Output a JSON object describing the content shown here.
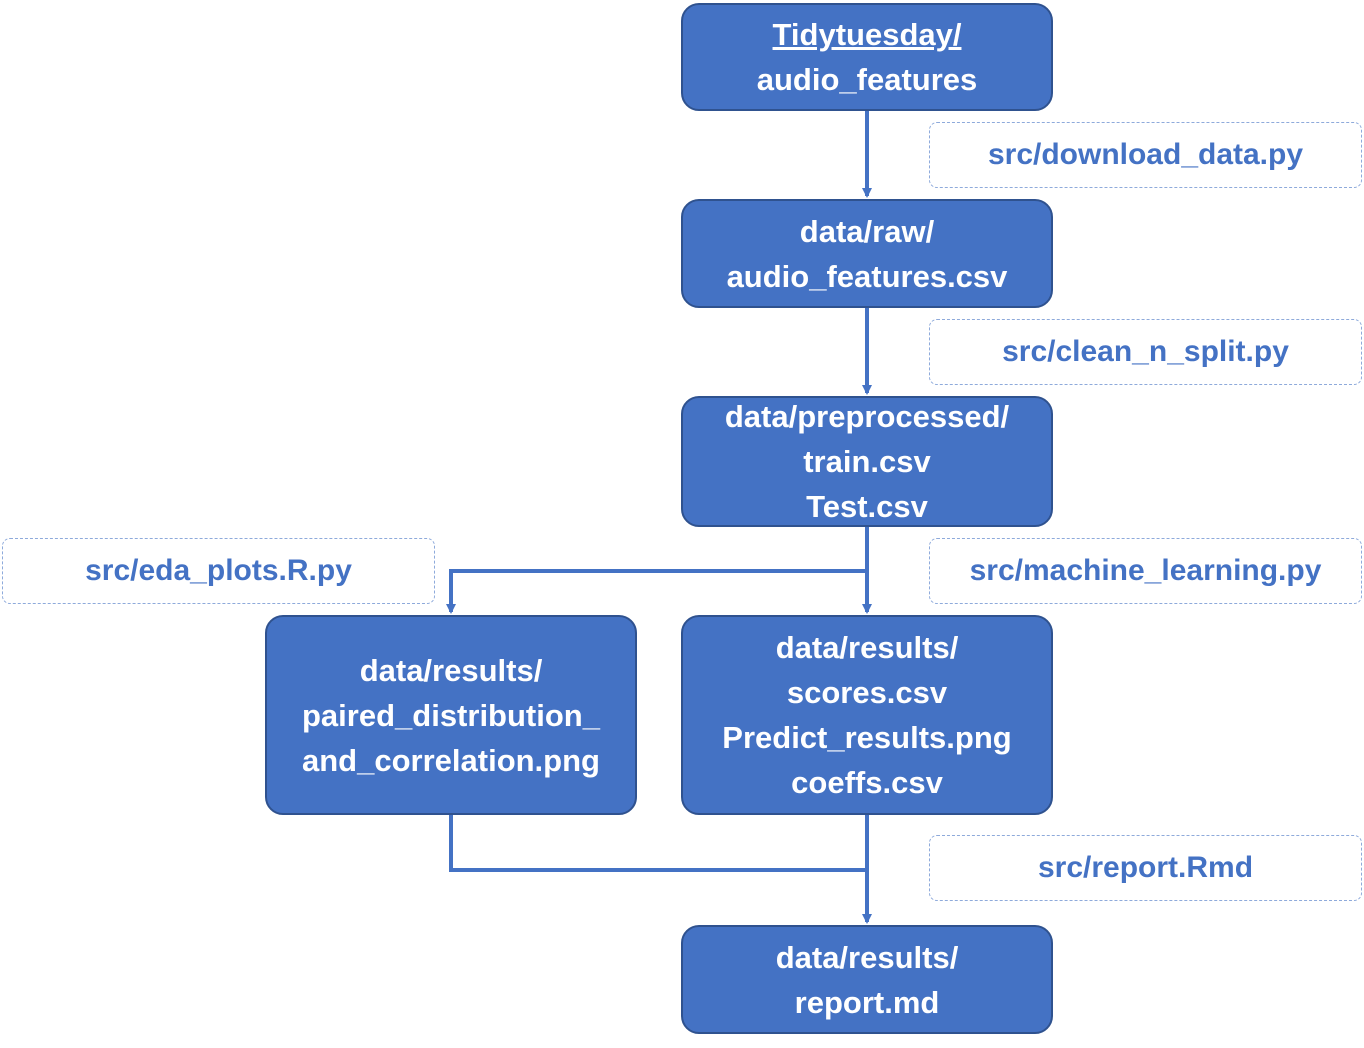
{
  "nodes": {
    "source": {
      "line1": "Tidytuesday/",
      "line2": "audio_features"
    },
    "raw": {
      "line1": "data/raw/",
      "line2": "audio_features.csv"
    },
    "preprocessed": {
      "line1": "data/preprocessed/",
      "line2": "train.csv",
      "line3": "Test.csv"
    },
    "eda_results": {
      "line1": "data/results/",
      "line2": "paired_distribution_",
      "line3": "and_correlation.png"
    },
    "ml_results": {
      "line1": "data/results/",
      "line2": "scores.csv",
      "line3": "Predict_results.png",
      "line4": "coeffs.csv"
    },
    "report": {
      "line1": "data/results/",
      "line2": "report.md"
    }
  },
  "scripts": {
    "download_data": "src/download_data.py",
    "clean_n_split": "src/clean_n_split.py",
    "eda_plots": "src/eda_plots.R.py",
    "machine_learning": "src/machine_learning.py",
    "report": "src/report.Rmd"
  },
  "colors": {
    "node_fill": "#4472c4",
    "node_border": "#2f528f",
    "script_text": "#4472c4",
    "script_border": "#8eaadb",
    "arrow": "#4472c4"
  }
}
